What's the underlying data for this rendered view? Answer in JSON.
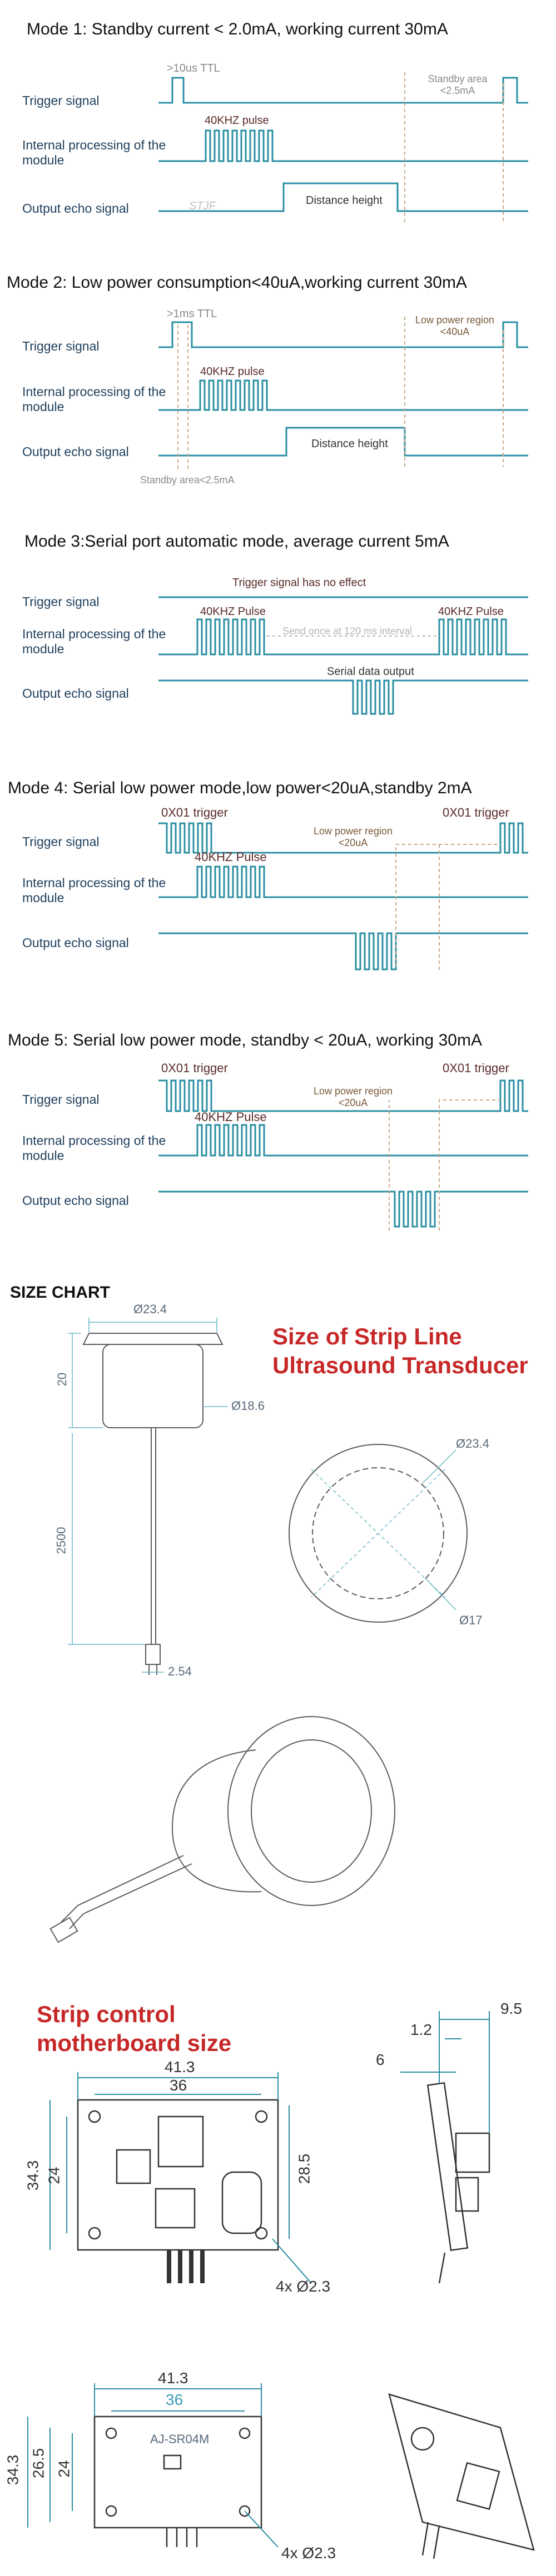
{
  "labels": {
    "trigger": "Trigger signal",
    "internal": "Internal processing of the module",
    "output": "Output echo signal"
  },
  "mode1": {
    "title": "Mode 1: Standby current < 2.0mA, working current 30mA",
    "ttl": ">10us TTL",
    "pulse": "40KHZ pulse",
    "standby": "Standby area <2.5mA",
    "distance": "Distance height",
    "watermark": "STJF"
  },
  "mode2": {
    "title": "Mode 2: Low power consumption<40uA,working current 30mA",
    "ttl": ">1ms TTL",
    "pulse": "40KHZ pulse",
    "low_power": "Low power region <40uA",
    "distance": "Distance height",
    "standby": "Standby area<2.5mA"
  },
  "mode3": {
    "title": "Mode 3:Serial port automatic mode, average current 5mA",
    "no_effect": "Trigger signal has no effect",
    "pulse_left": "40KHZ Pulse",
    "pulse_right": "40KHZ Pulse",
    "interval": "Send once at 120 ms interval",
    "serial": "Serial data output"
  },
  "mode4": {
    "title": "Mode 4: Serial low power mode,low power<20uA,standby 2mA",
    "trigger_left": "0X01 trigger",
    "trigger_right": "0X01 trigger",
    "pulse": "40KHZ Pulse",
    "low_power": "Low power region <20uA"
  },
  "mode5": {
    "title": "Mode 5: Serial low power mode, standby < 20uA, working 30mA",
    "trigger_left": "0X01 trigger",
    "trigger_right": "0X01 trigger",
    "pulse": "40KHZ Pulse",
    "low_power": "Low power region <20uA"
  },
  "size_chart": {
    "heading": "SIZE CHART",
    "transducer_title_1": "Size of Strip Line",
    "transducer_title_2": "Ultrasound Transducer",
    "d_top": "Ø23.4",
    "d_body": "Ø18.6",
    "height": "20",
    "cable": "2500",
    "pitch": "2.54",
    "d_front": "Ø23.4",
    "d_inner": "Ø17",
    "board_title_1": "Strip control",
    "board_title_2": "motherboard size",
    "w_total": "41.3",
    "w_holes": "36",
    "h_total": "34.3",
    "h_holes": "24",
    "h_right": "28.5",
    "holes": "4x Ø2.3",
    "side_w": "9.5",
    "side_a": "1.2",
    "side_b": "6",
    "b2_w_total": "41.3",
    "b2_w_holes": "36",
    "b2_h_total": "34.3",
    "b2_h_mid": "26.5",
    "b2_h_holes": "24",
    "b2_model": "AJ-SR04M",
    "b2_holes": "4x Ø2.3"
  }
}
